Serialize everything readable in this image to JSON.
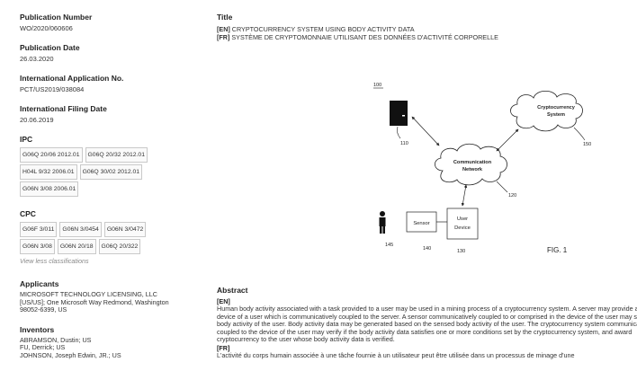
{
  "left": {
    "publication_number": {
      "label": "Publication Number",
      "value": "WO/2020/060606"
    },
    "publication_date": {
      "label": "Publication Date",
      "value": "26.03.2020"
    },
    "application_no": {
      "label": "International Application No.",
      "value": "PCT/US2019/038084"
    },
    "filing_date": {
      "label": "International Filing Date",
      "value": "20.06.2019"
    },
    "ipc": {
      "label": "IPC",
      "tags": [
        "G06Q 20/06 2012.01",
        "G06Q 20/32 2012.01",
        "H04L 9/32 2006.01",
        "G06Q 30/02 2012.01",
        "G06N 3/08 2006.01"
      ]
    },
    "cpc": {
      "label": "CPC",
      "tags": [
        "G06F 3/011",
        "G06N 3/0454",
        "G06N 3/0472",
        "G06N 3/08",
        "G06N 20/18",
        "G06Q 20/322"
      ],
      "view_less": "View less classifications"
    },
    "applicants": {
      "label": "Applicants",
      "lines": [
        "MICROSOFT TECHNOLOGY LICENSING, LLC",
        "[US/US]; One Microsoft Way Redmond, Washington",
        "98052-6399, US"
      ]
    },
    "inventors": {
      "label": "Inventors",
      "lines": [
        "ABRAMSON, Dustin; US",
        "FU, Derrick; US",
        "JOHNSON, Joseph Edwin, JR.; US"
      ]
    }
  },
  "title": {
    "label": "Title",
    "en_tag": "[EN]",
    "en": "CRYPTOCURRENCY SYSTEM USING BODY ACTIVITY DATA",
    "fr_tag": "[FR]",
    "fr": "SYSTÈME DE CRYPTOMONNAIE UTILISANT DES DONNÉES D'ACTIVITÉ CORPORELLE"
  },
  "drawing": {
    "ref_100": "100",
    "ref_110": "110",
    "ref_120": "120",
    "ref_130": "130",
    "ref_140": "140",
    "ref_145": "145",
    "ref_150": "150",
    "crypto_line1": "Cryptocurrency",
    "crypto_line2": "System",
    "network_line1": "Communication",
    "network_line2": "Network",
    "sensor": "Sensor",
    "user_line1": "User",
    "user_line2": "Device",
    "fig": "FIG. 1"
  },
  "abstract": {
    "label": "Abstract",
    "en_tag": "[EN]",
    "en_lines": [
      "Human body activity associated with a task provided to a user may be used in a mining process of a cryptocurrency system. A server may provide a task to a",
      "device of a user which is communicatively coupled to the server. A sensor communicatively coupled to or comprised in the device of the user may sense",
      "body activity of the user. Body activity data may be generated based on the sensed body activity of the user. The cryptocurrency system communicatively",
      "coupled to the device of the user may verify if the body activity data satisfies one or more conditions set by the cryptocurrency system, and award",
      "cryptocurrency to the user whose body activity data is verified."
    ],
    "fr_tag": "[FR]",
    "fr_line": "L'activité du corps humain associée à une tâche fournie à un utilisateur peut être utilisée dans un processus de minage d'une"
  }
}
